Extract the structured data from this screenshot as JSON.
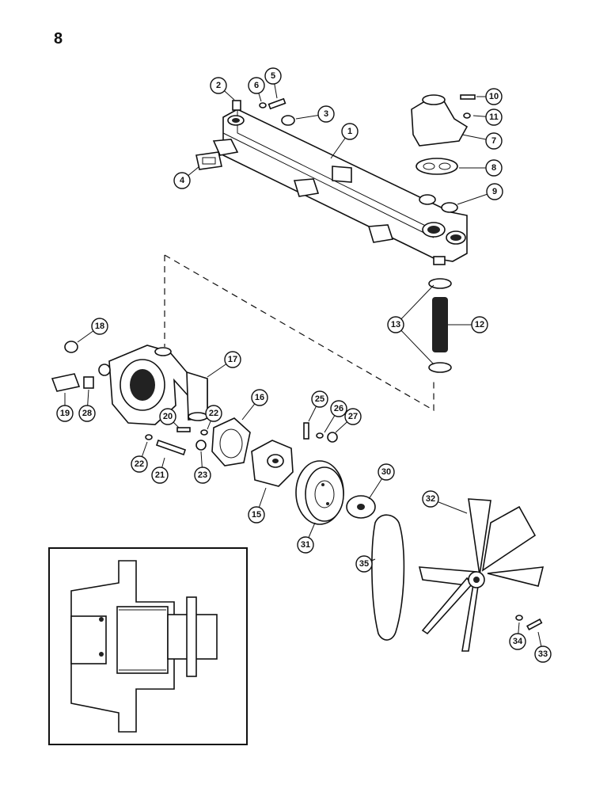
{
  "page": {
    "number": "8"
  },
  "callouts": [
    {
      "id": "c1",
      "label": "1"
    },
    {
      "id": "c2",
      "label": "2"
    },
    {
      "id": "c3",
      "label": "3"
    },
    {
      "id": "c4",
      "label": "4"
    },
    {
      "id": "c5",
      "label": "5"
    },
    {
      "id": "c6",
      "label": "6"
    },
    {
      "id": "c7",
      "label": "7"
    },
    {
      "id": "c8",
      "label": "8"
    },
    {
      "id": "c9",
      "label": "9"
    },
    {
      "id": "c10",
      "label": "10"
    },
    {
      "id": "c11",
      "label": "11"
    },
    {
      "id": "c12",
      "label": "12"
    },
    {
      "id": "c13",
      "label": "13"
    },
    {
      "id": "c15",
      "label": "15"
    },
    {
      "id": "c16",
      "label": "16"
    },
    {
      "id": "c17",
      "label": "17"
    },
    {
      "id": "c18",
      "label": "18"
    },
    {
      "id": "c19",
      "label": "19"
    },
    {
      "id": "c20",
      "label": "20"
    },
    {
      "id": "c21",
      "label": "21"
    },
    {
      "id": "c22a",
      "label": "22"
    },
    {
      "id": "c22b",
      "label": "22"
    },
    {
      "id": "c23",
      "label": "23"
    },
    {
      "id": "c25",
      "label": "25"
    },
    {
      "id": "c26",
      "label": "26"
    },
    {
      "id": "c27",
      "label": "27"
    },
    {
      "id": "c28",
      "label": "28"
    },
    {
      "id": "c30",
      "label": "30"
    },
    {
      "id": "c31",
      "label": "31"
    },
    {
      "id": "c32",
      "label": "32"
    },
    {
      "id": "c33",
      "label": "33"
    },
    {
      "id": "c34",
      "label": "34"
    },
    {
      "id": "c35",
      "label": "35"
    }
  ]
}
